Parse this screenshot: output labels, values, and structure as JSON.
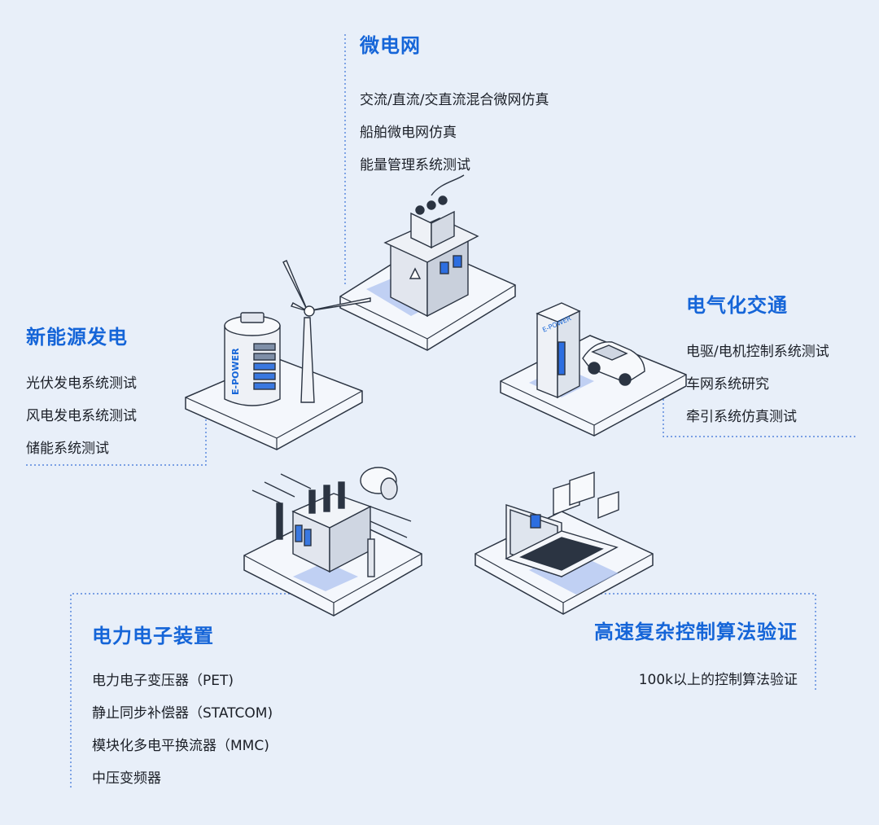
{
  "sections": {
    "microgrid": {
      "title": "微电网",
      "items": [
        "交流/直流/交直流混合微网仿真",
        "船舶微电网仿真",
        "能量管理系统测试"
      ]
    },
    "renewable": {
      "title": "新能源发电",
      "items": [
        "光伏发电系统测试",
        "风电发电系统测试",
        "储能系统测试"
      ]
    },
    "transport": {
      "title": "电气化交通",
      "items": [
        "电驱/电机控制系统测试",
        "车网系统研究",
        "牵引系统仿真测试"
      ]
    },
    "power_electronics": {
      "title": "电力电子装置",
      "items": [
        "电力电子变压器（PET)",
        "静止同步补偿器（STATCOM)",
        "模块化多电平换流器（MMC)",
        "中压变频器"
      ]
    },
    "control": {
      "title": "高速复杂控制算法验证",
      "items": [
        "100k以上的控制算法验证"
      ]
    }
  },
  "labels": {
    "battery_brand": "E-POWER",
    "charger_brand": "E-POWER"
  },
  "colors": {
    "accent": "#1565d8",
    "background": "#e8eff9",
    "platform": "#f4f7fc",
    "outline": "#2b3442",
    "shadow": "#a9bff0"
  }
}
